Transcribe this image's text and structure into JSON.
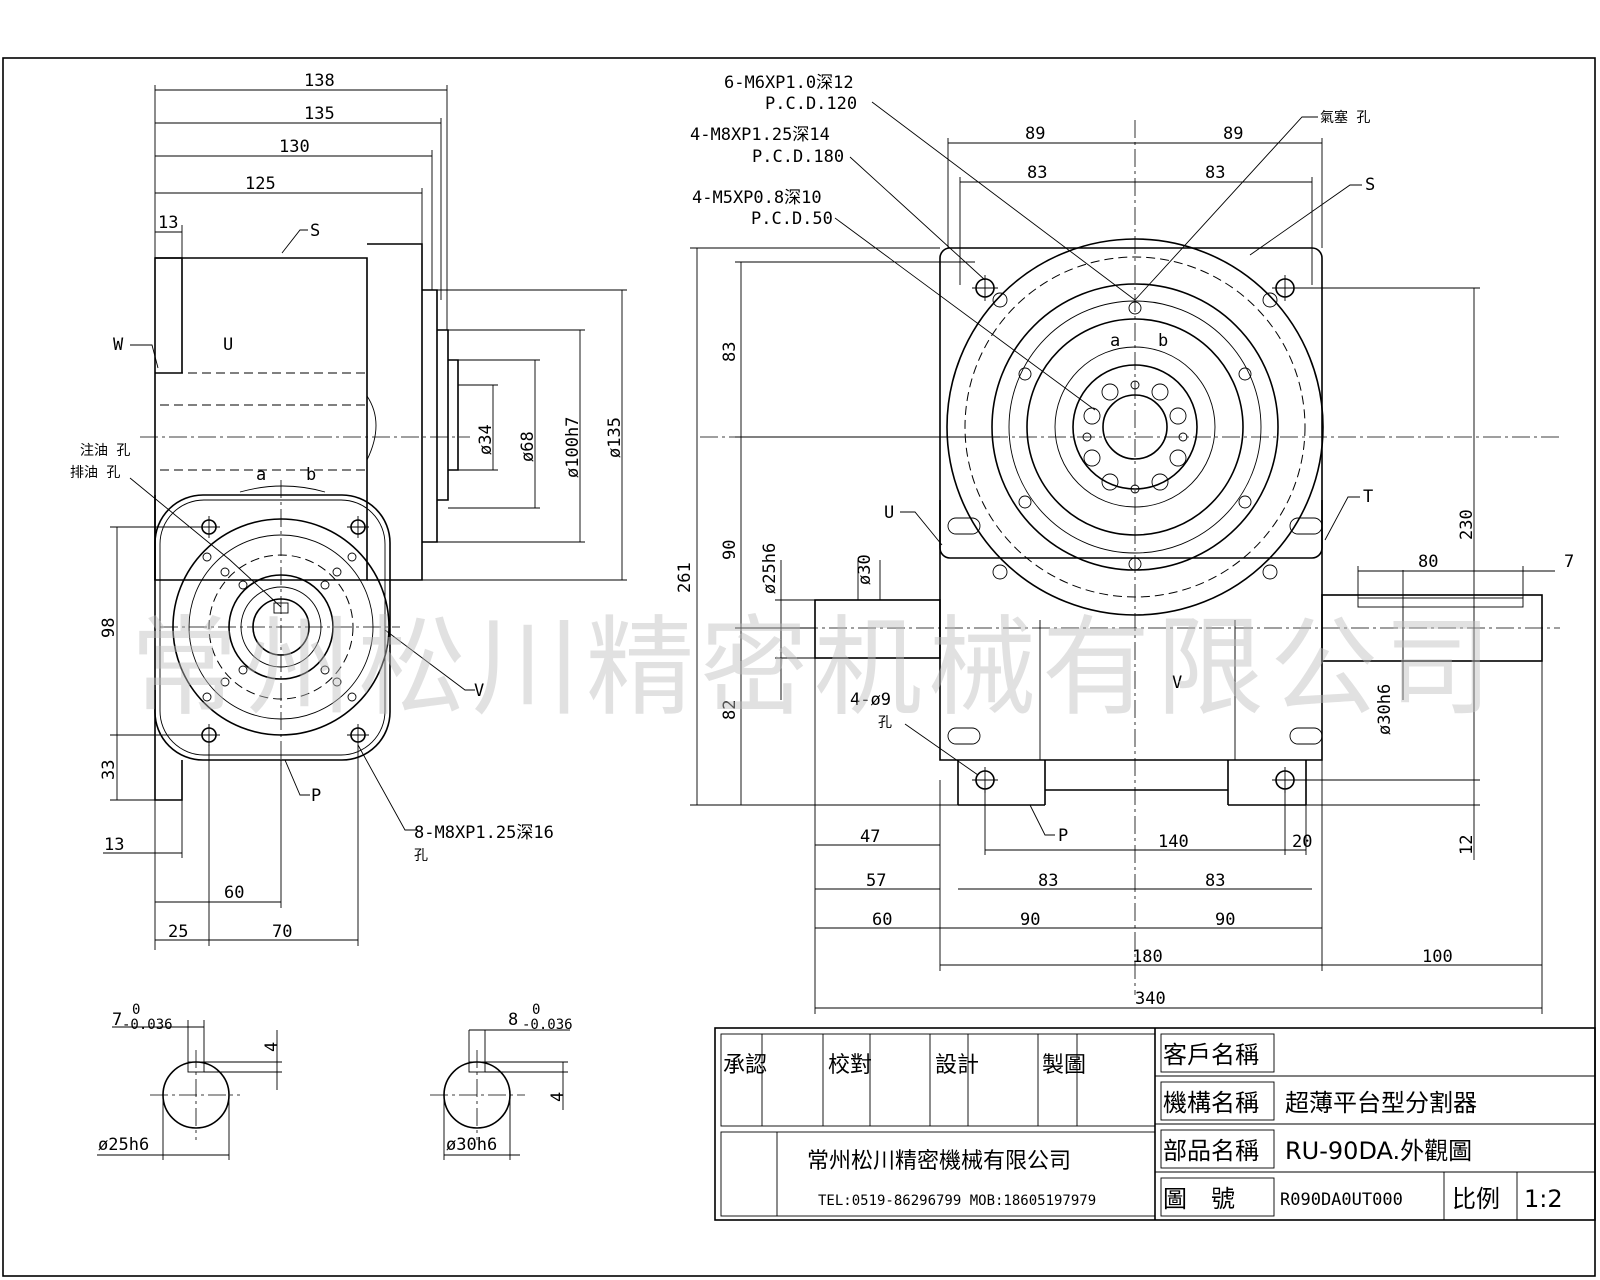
{
  "watermark": "常州松川精密机械有限公司",
  "callouts": {
    "m6": "6-M6XP1.0深12",
    "pcd120": "P.C.D.120",
    "m8a": "4-M8XP1.25深14",
    "pcd180": "P.C.D.180",
    "m5": "4-M5XP0.8深10",
    "pcd50": "P.C.D.50",
    "oil_top": "氣塞 孔",
    "oil_left_1": "注油 孔",
    "oil_left_2": "排油 孔",
    "m8b": "8-M8XP1.25深16",
    "m8b_2": "孔",
    "hole9": "4-ø9",
    "hole9_2": "孔"
  },
  "labels": {
    "S": "S",
    "U": "U",
    "W": "W",
    "V": "V",
    "P": "P",
    "T": "T",
    "a": "a",
    "b": "b"
  },
  "dims_left": {
    "d138": "138",
    "d135": "135",
    "d130": "130",
    "d125": "125",
    "d13_top": "13",
    "dia34": "ø34",
    "dia68": "ø68",
    "dia100": "ø100h7",
    "dia135": "ø135",
    "d98": "98",
    "d33": "33",
    "d13_bot": "13",
    "d60": "60",
    "d25": "25",
    "d70": "70"
  },
  "dims_right": {
    "d89a": "89",
    "d89b": "89",
    "d83a": "83",
    "d83b": "83",
    "d83_left": "83",
    "d90_left": "90",
    "d82_left": "82",
    "d261": "261",
    "d230": "230",
    "d12": "12",
    "d80": "80",
    "d7": "7",
    "dia25": "ø25h6",
    "dia30": "ø30",
    "dia30h6": "ø30h6",
    "d47": "47",
    "d57": "57",
    "d60": "60",
    "d140": "140",
    "d20": "20",
    "d83c": "83",
    "d83d": "83",
    "d90a": "90",
    "d90b": "90",
    "d180": "180",
    "d100": "100",
    "d340": "340"
  },
  "keyways": {
    "k1_width": "7",
    "k1_tol_upper": "0",
    "k1_tol_lower": "-0.036",
    "k1_depth": "4",
    "k1_dia": "ø25h6",
    "k2_width": "8",
    "k2_tol_upper": "0",
    "k2_tol_lower": "-0.036",
    "k2_depth": "4",
    "k2_dia": "ø30h6"
  },
  "title_block": {
    "approve": "承認",
    "check": "校對",
    "design": "設計",
    "draw": "製圖",
    "company": "常州松川精密機械有限公司",
    "contact": "TEL:0519-86296799  MOB:18605197979",
    "customer_label": "客戶名稱",
    "mechanism_label": "機構名稱",
    "mechanism_value": "超薄平台型分割器",
    "part_label": "部品名稱",
    "part_value": "RU-90DA.外觀圖",
    "drawing_no_label": "圖　號",
    "drawing_no_value": "R090DA0UT000",
    "scale_label": "比例",
    "scale_value": "1:2"
  }
}
